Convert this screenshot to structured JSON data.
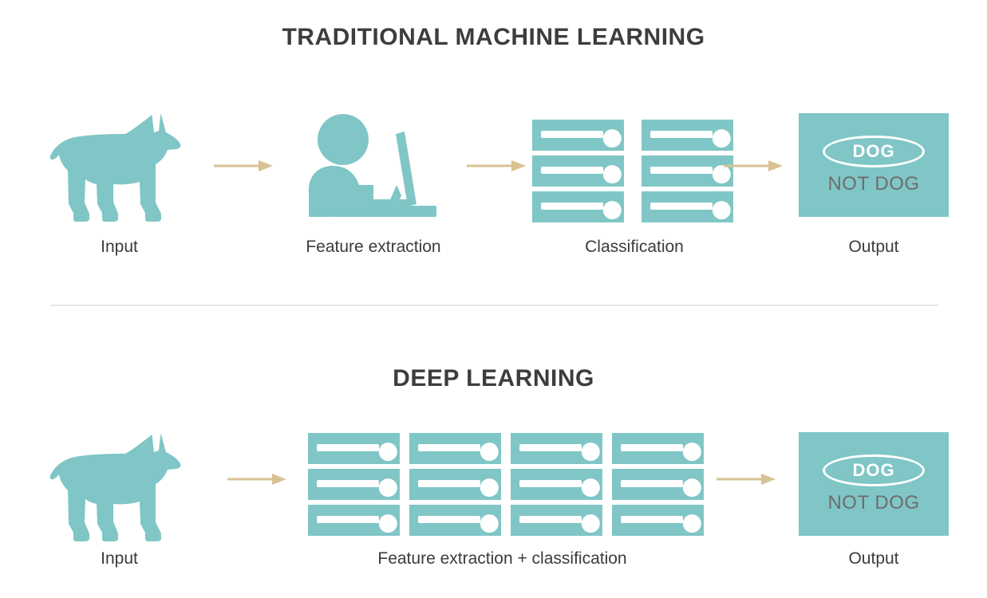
{
  "figure": {
    "title_traditional": "TRADITIONAL MACHINE LEARNING",
    "title_deep": "DEEP LEARNING",
    "accent_teal": "#80c6c6",
    "arrow_tan": "#d8c294",
    "heading_color": "#3d3d3d",
    "label_color": "#3b3b3b",
    "divider_color": "#e4e4e4"
  },
  "traditional": {
    "stages": [
      {
        "icon": "dog-silhouette-icon",
        "label": "Input"
      },
      {
        "icon": "person-at-computer-icon",
        "label": "Feature extraction"
      },
      {
        "icon": "server-node-grid-icon",
        "label": "Classification",
        "grid": {
          "cols": 2,
          "rows": 3
        }
      },
      {
        "icon": "output-label-box-icon",
        "label": "Output"
      }
    ],
    "arrows": 3
  },
  "deep": {
    "stages": [
      {
        "icon": "dog-silhouette-icon",
        "label": "Input"
      },
      {
        "icon": "server-node-grid-icon",
        "label": "Feature extraction + classification",
        "grid": {
          "cols": 4,
          "rows": 3
        }
      },
      {
        "icon": "output-label-box-icon",
        "label": "Output"
      }
    ],
    "arrows": 2
  },
  "output_box": {
    "primary_label": "DOG",
    "secondary_label": "NOT DOG",
    "primary_color": "#ffffff",
    "secondary_color": "#6d6d6d",
    "background": "#80c6c6"
  }
}
